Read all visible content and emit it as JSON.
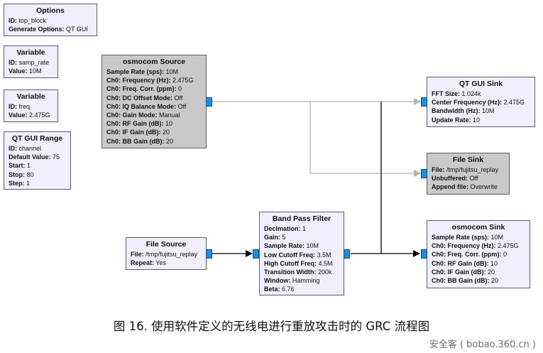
{
  "blocks": {
    "options": {
      "title": "Options",
      "rows": [
        {
          "k": "ID:",
          "v": "top_block"
        },
        {
          "k": "Generate Options:",
          "v": "QT GUI"
        }
      ]
    },
    "var_samp": {
      "title": "Variable",
      "rows": [
        {
          "k": "ID:",
          "v": "samp_rate"
        },
        {
          "k": "Value:",
          "v": "10M"
        }
      ]
    },
    "var_freq": {
      "title": "Variable",
      "rows": [
        {
          "k": "ID:",
          "v": "freq"
        },
        {
          "k": "Value:",
          "v": "2.475G"
        }
      ]
    },
    "qt_range": {
      "title": "QT GUI Range",
      "rows": [
        {
          "k": "ID:",
          "v": "channel"
        },
        {
          "k": "Default Value:",
          "v": "75"
        },
        {
          "k": "Start:",
          "v": "1"
        },
        {
          "k": "Stop:",
          "v": "80"
        },
        {
          "k": "Step:",
          "v": "1"
        }
      ]
    },
    "osmo_source": {
      "title": "osmocom Source",
      "rows": [
        {
          "k": "Sample Rate (sps):",
          "v": "10M"
        },
        {
          "k": "Ch0: Frequency (Hz):",
          "v": "2.475G"
        },
        {
          "k": "Ch0: Freq. Corr. (ppm):",
          "v": "0"
        },
        {
          "k": "Ch0: DC Offset Mode:",
          "v": "Off"
        },
        {
          "k": "Ch0: IQ Balance Mode:",
          "v": "Off"
        },
        {
          "k": "Ch0: Gain Mode:",
          "v": "Manual"
        },
        {
          "k": "Ch0: RF Gain (dB):",
          "v": "10"
        },
        {
          "k": "Ch0: IF Gain (dB):",
          "v": "20"
        },
        {
          "k": "Ch0: BB Gain (dB):",
          "v": "20"
        }
      ]
    },
    "qt_sink": {
      "title": "QT GUI Sink",
      "rows": [
        {
          "k": "FFT Size:",
          "v": "1.024k"
        },
        {
          "k": "Center Frequency (Hz):",
          "v": "2.475G"
        },
        {
          "k": "Bandwidth (Hz):",
          "v": "10M"
        },
        {
          "k": "Update Rate:",
          "v": "10"
        }
      ]
    },
    "file_sink": {
      "title": "File Sink",
      "rows": [
        {
          "k": "File:",
          "v": "/tmp/fujitsu_replay"
        },
        {
          "k": "Unbuffered:",
          "v": "Off"
        },
        {
          "k": "Append file:",
          "v": "Overwrite"
        }
      ]
    },
    "file_source": {
      "title": "File Source",
      "rows": [
        {
          "k": "File:",
          "v": "/tmp/fujitsu_replay"
        },
        {
          "k": "Repeat:",
          "v": "Yes"
        }
      ]
    },
    "bpf": {
      "title": "Band Pass Filter",
      "rows": [
        {
          "k": "Decimation:",
          "v": "1"
        },
        {
          "k": "Gain:",
          "v": "5"
        },
        {
          "k": "Sample Rate:",
          "v": "10M"
        },
        {
          "k": "Low Cutoff Freq:",
          "v": "3.5M"
        },
        {
          "k": "High Cutoff Freq:",
          "v": "4.5M"
        },
        {
          "k": "Transition Width:",
          "v": "200k"
        },
        {
          "k": "Window:",
          "v": "Hamming"
        },
        {
          "k": "Beta:",
          "v": "6.76"
        }
      ]
    },
    "osmo_sink": {
      "title": "osmocom Sink",
      "rows": [
        {
          "k": "Sample Rate (sps):",
          "v": "10M"
        },
        {
          "k": "Ch0: Frequency (Hz):",
          "v": "2.475G"
        },
        {
          "k": "Ch0: Freq. Corr. (ppm):",
          "v": "0"
        },
        {
          "k": "Ch0: RF Gain (dB):",
          "v": "10"
        },
        {
          "k": "Ch0: IF Gain (dB):",
          "v": "20"
        },
        {
          "k": "Ch0: BB Gain (dB):",
          "v": "20"
        }
      ]
    }
  },
  "caption": "图 16. 使用软件定义的无线电进行重放攻击时的 GRC 流程图",
  "watermark": "安全客 ( bobao.360.cn )",
  "colors": {
    "block_bg": "#f1eefd",
    "disabled_bg": "#c9c9c9",
    "port": "#1a8fe0",
    "wire_enabled": "#000000",
    "wire_disabled": "#b5b5b5"
  }
}
